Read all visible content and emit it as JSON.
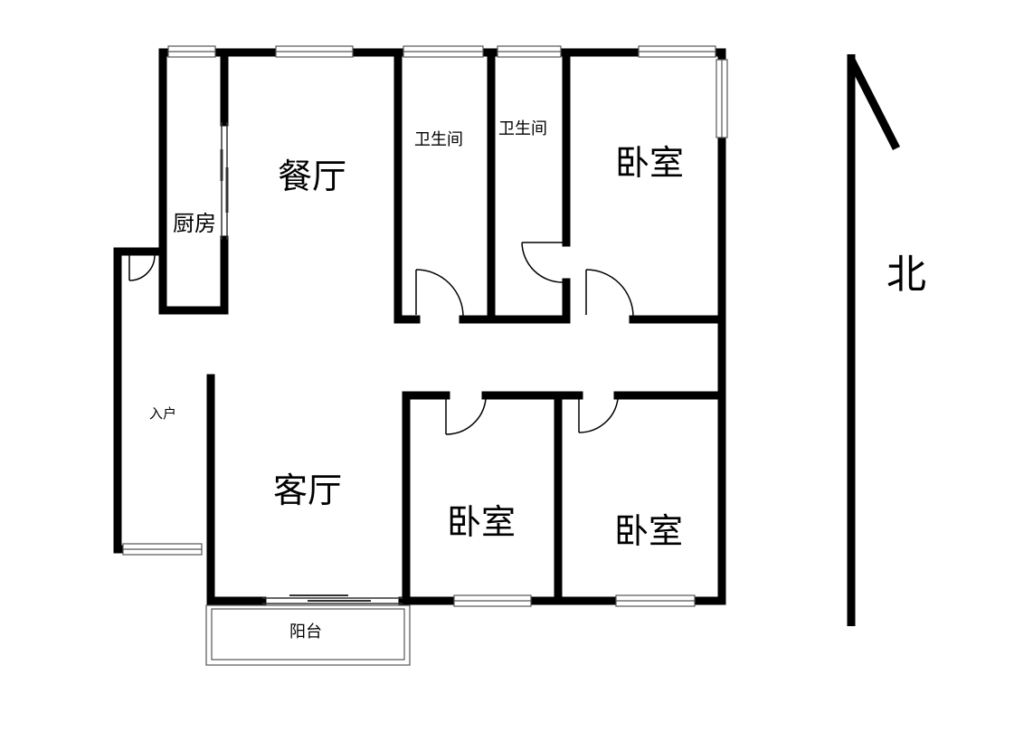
{
  "rooms": {
    "dining": "餐厅",
    "kitchen": "厨房",
    "bath_1": "卫生间",
    "bath_2": "卫生间",
    "bedroom_ne": "卧室",
    "entry": "入户",
    "living": "客厅",
    "bedroom_s1": "卧室",
    "bedroom_s2": "卧室",
    "balcony": "阳台"
  },
  "compass": {
    "label": "北"
  },
  "colors": {
    "wall": "#000000",
    "window": "#555555",
    "background": "#ffffff"
  }
}
